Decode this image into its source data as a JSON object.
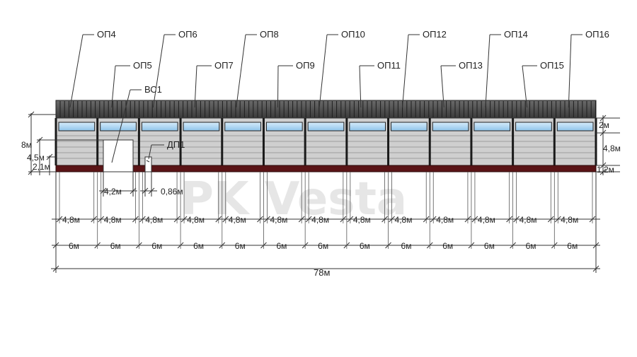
{
  "watermark": "PK Vesta",
  "top_labels": [
    "ОП4",
    "ОП6",
    "ОП8",
    "ОП10",
    "ОП12",
    "ОП14",
    "ОП16"
  ],
  "mid_labels": [
    "ОП5",
    "ОП7",
    "ОП9",
    "ОП11",
    "ОП13",
    "ОП15"
  ],
  "gate_label": "ВС1",
  "door_label": "ДП1",
  "left_dims": {
    "total_height": "8м",
    "gate_height": "4,5м",
    "door_height": "2,1м"
  },
  "right_dims": {
    "top": "2м",
    "middle": "4,8м",
    "bottom": "1,2м"
  },
  "gate_width": "4,2м",
  "door_width": "0,86м",
  "bay_panel_width": "4,8м",
  "bay_width": "6м",
  "total_length": "78м",
  "bays": 13
}
